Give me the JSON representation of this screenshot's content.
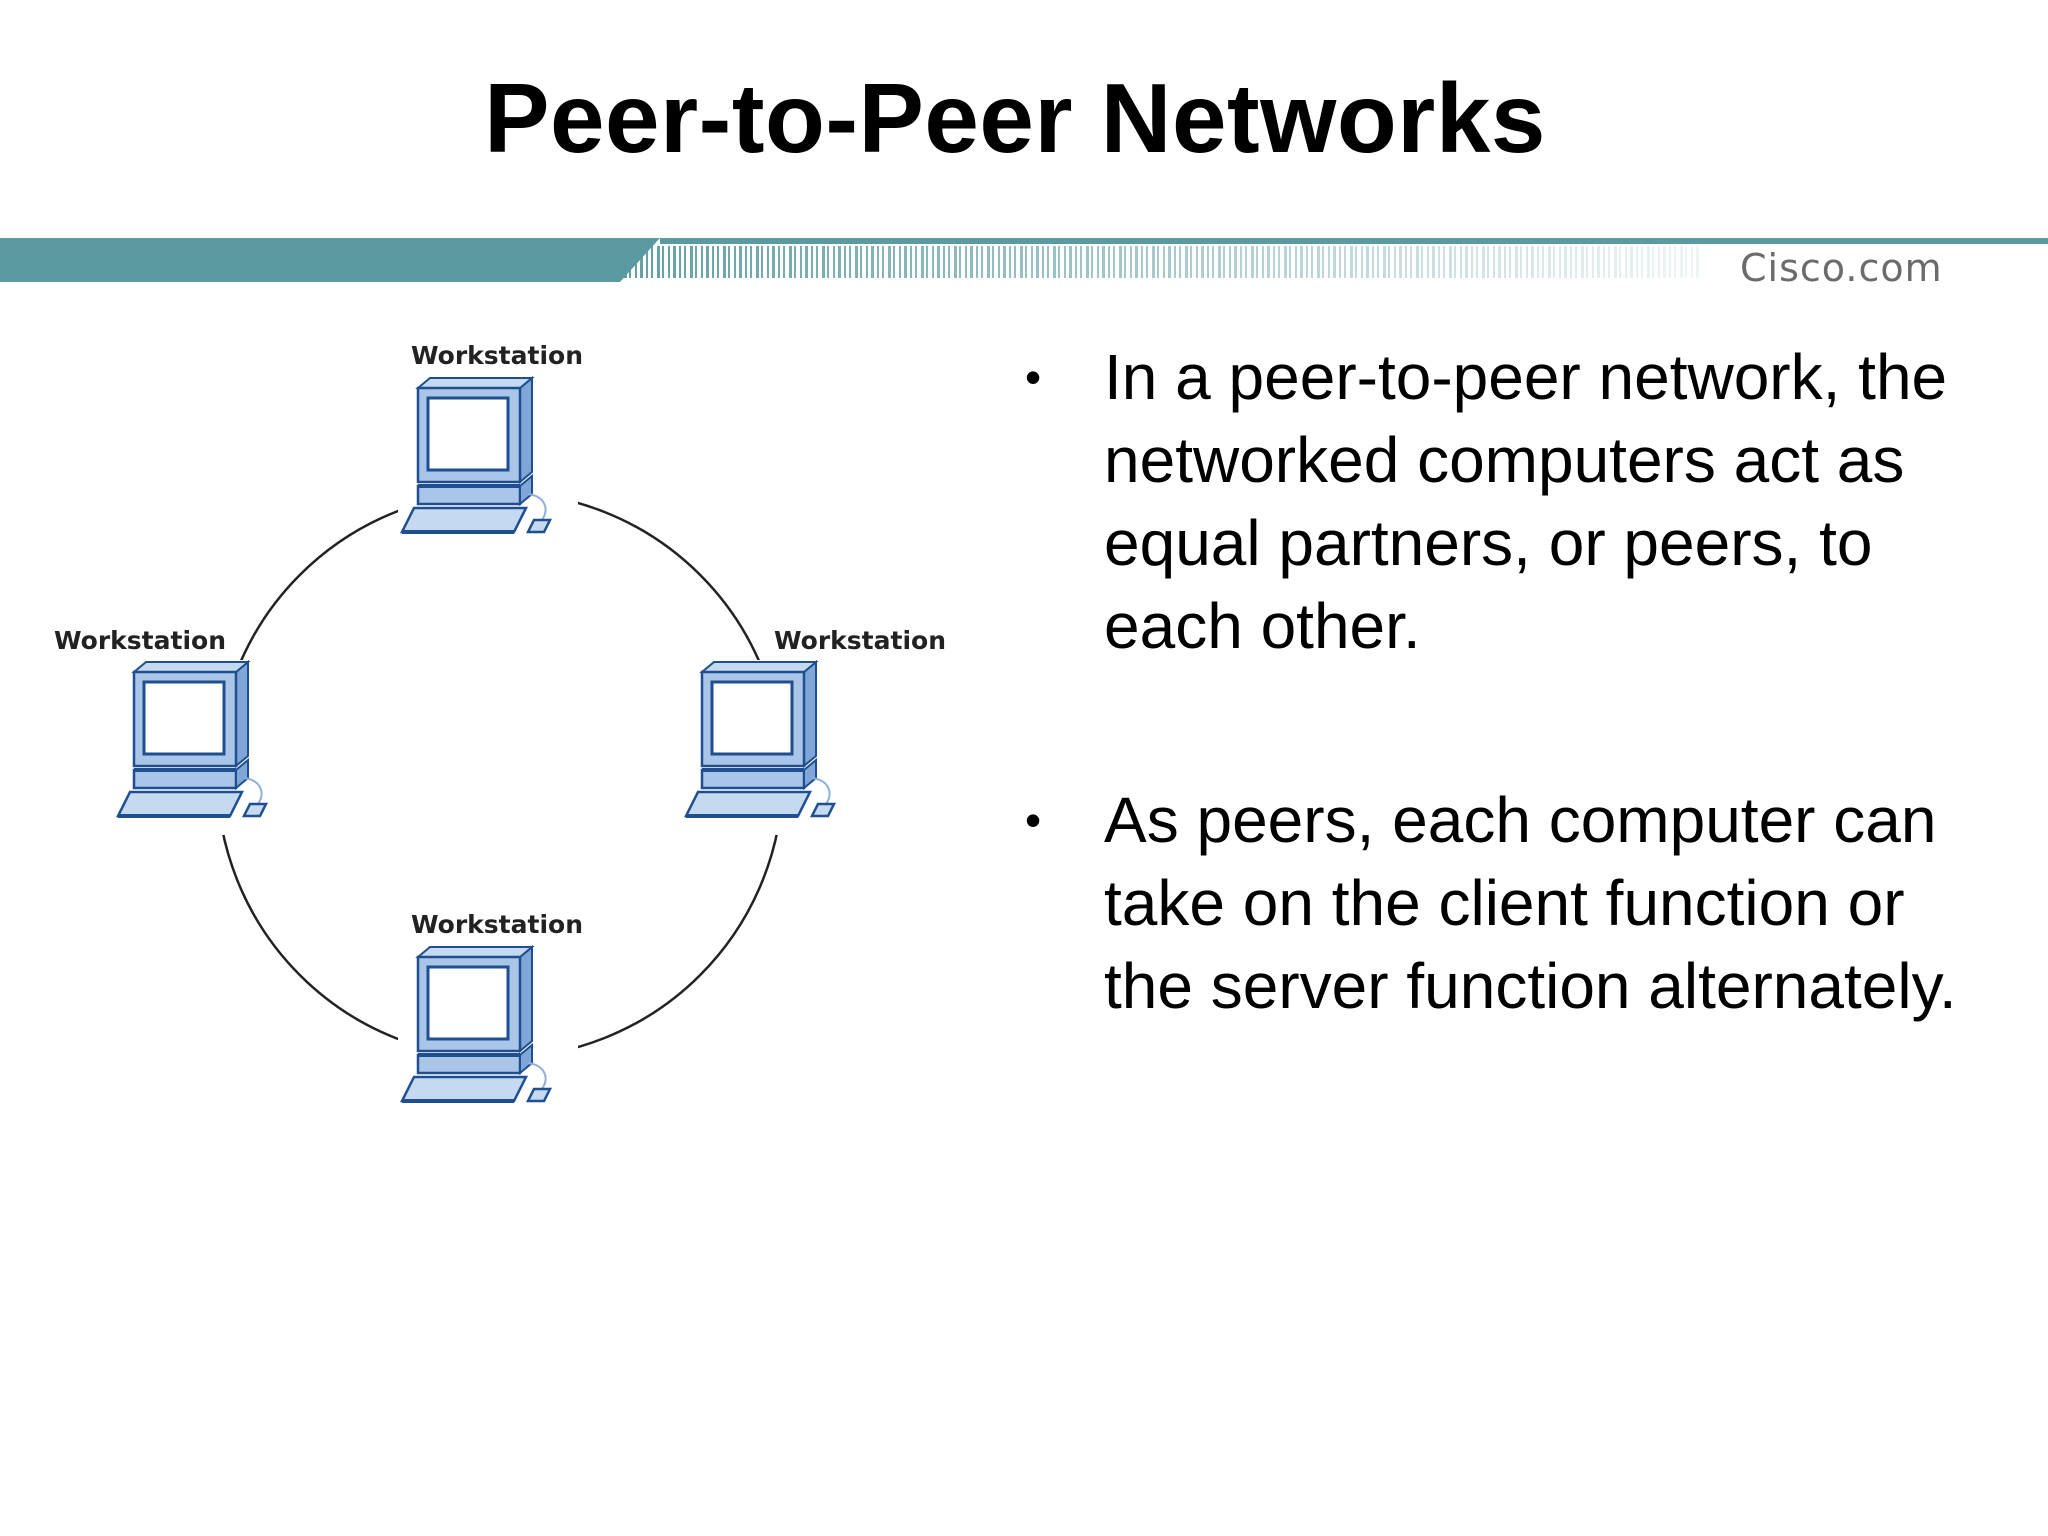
{
  "slide": {
    "title": "Peer-to-Peer Networks",
    "brand": "Cisco.com",
    "colors": {
      "banner_teal": "#5a9aa0",
      "workstation_fill": "#a9c6e8",
      "workstation_stroke": "#1f4f8f",
      "ring": "#222222"
    }
  },
  "diagram": {
    "topology": "ring",
    "nodes": [
      {
        "id": "top",
        "label": "Workstation",
        "icon": "workstation-icon"
      },
      {
        "id": "left",
        "label": "Workstation",
        "icon": "workstation-icon"
      },
      {
        "id": "right",
        "label": "Workstation",
        "icon": "workstation-icon"
      },
      {
        "id": "bottom",
        "label": "Workstation",
        "icon": "workstation-icon"
      }
    ]
  },
  "bullets": [
    {
      "text": "In a peer-to-peer network, the networked computers act as equal partners, or peers, to each other."
    },
    {
      "text": "As peers, each computer can take on the client function or the server function alternately."
    }
  ]
}
